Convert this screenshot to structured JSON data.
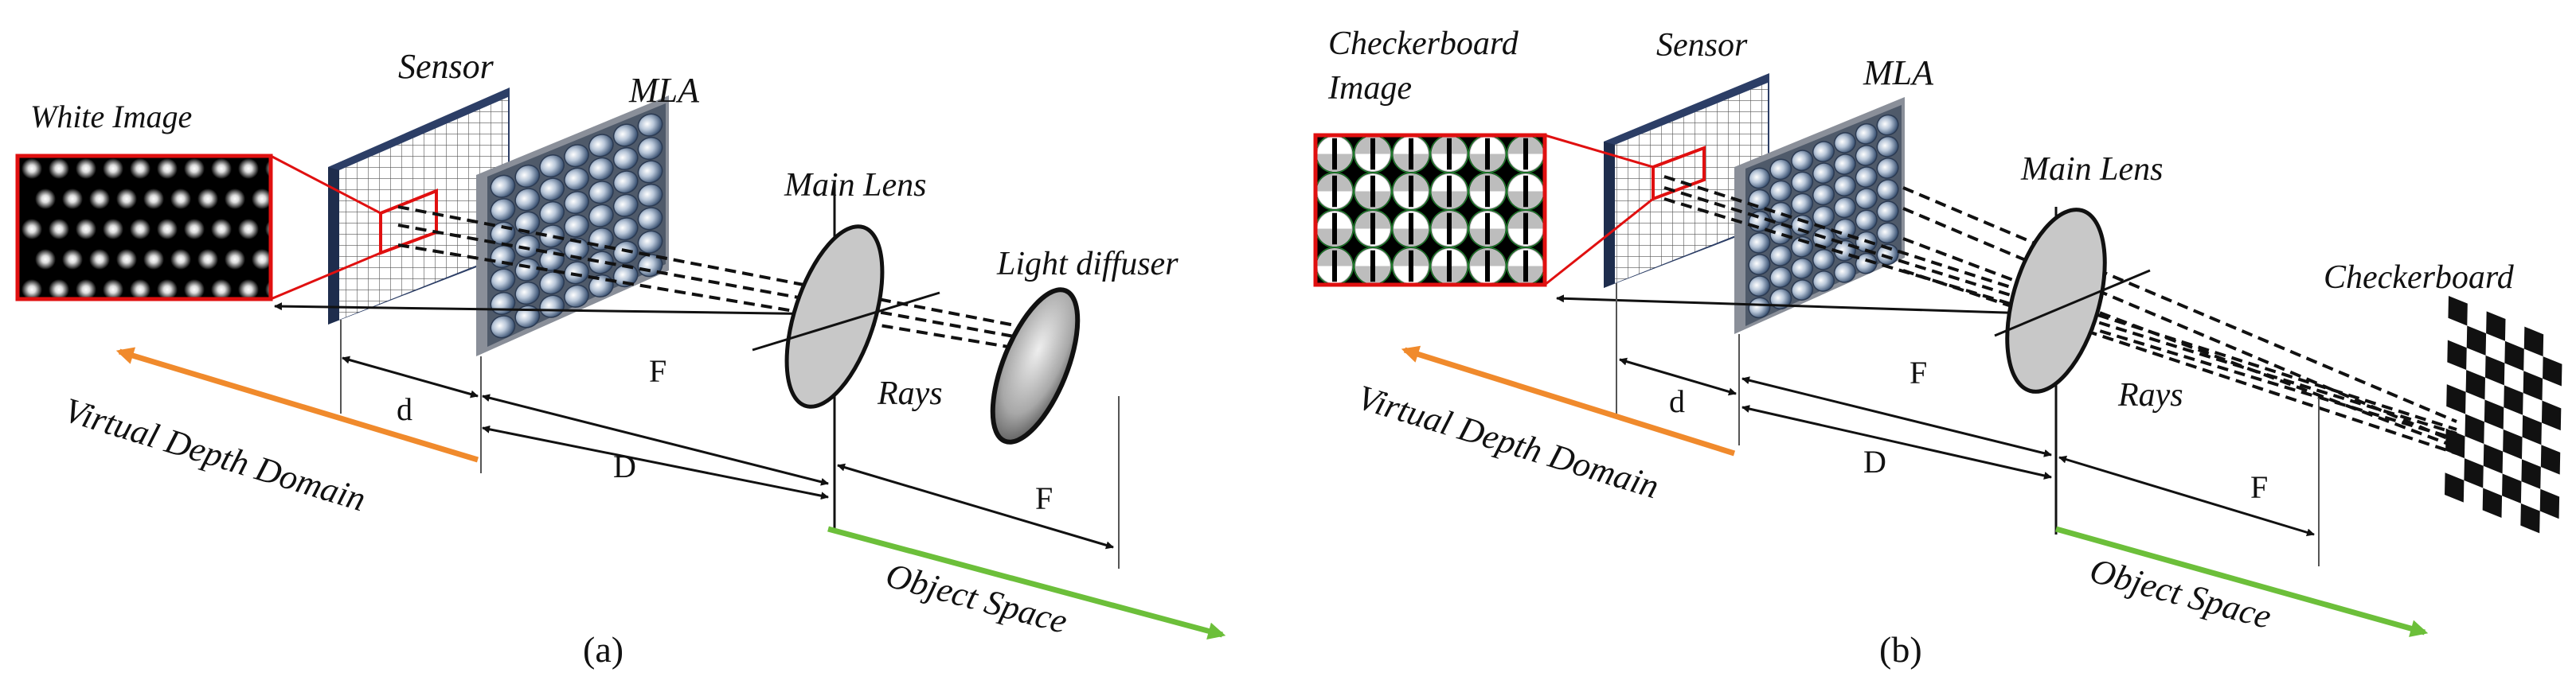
{
  "panel_a": {
    "white_image_label": "White Image",
    "sensor_label": "Sensor",
    "mla_label": "MLA",
    "main_lens_label": "Main Lens",
    "light_diffuser_label": "Light diffuser",
    "virtual_depth_label": "Virtual Depth Domain",
    "object_space_label": "Object Space",
    "rays_label": "Rays",
    "d_label": "d",
    "D_label": "D",
    "F_label_top": "F",
    "F_label_bottom": "F",
    "caption": "(a)"
  },
  "panel_b": {
    "checkerboard_image_label_line1": "Checkerboard",
    "checkerboard_image_label_line2": "Image",
    "sensor_label": "Sensor",
    "mla_label": "MLA",
    "main_lens_label": "Main Lens",
    "checkerboard_label": "Checkerboard",
    "virtual_depth_label": "Virtual Depth Domain",
    "object_space_label": "Object Space",
    "rays_label": "Rays",
    "d_label": "d",
    "D_label": "D",
    "F_label_top": "F",
    "F_label_bottom": "F",
    "caption": "(b)"
  },
  "colors": {
    "virtual_depth_arrow": "#f08a2c",
    "object_space_arrow": "#6cbf3a",
    "zoom_box": "#e01010",
    "sensor_frame": "#2c3e66",
    "mla_frame": "#8a8f99",
    "lens_fill": "#c8c8c8"
  }
}
